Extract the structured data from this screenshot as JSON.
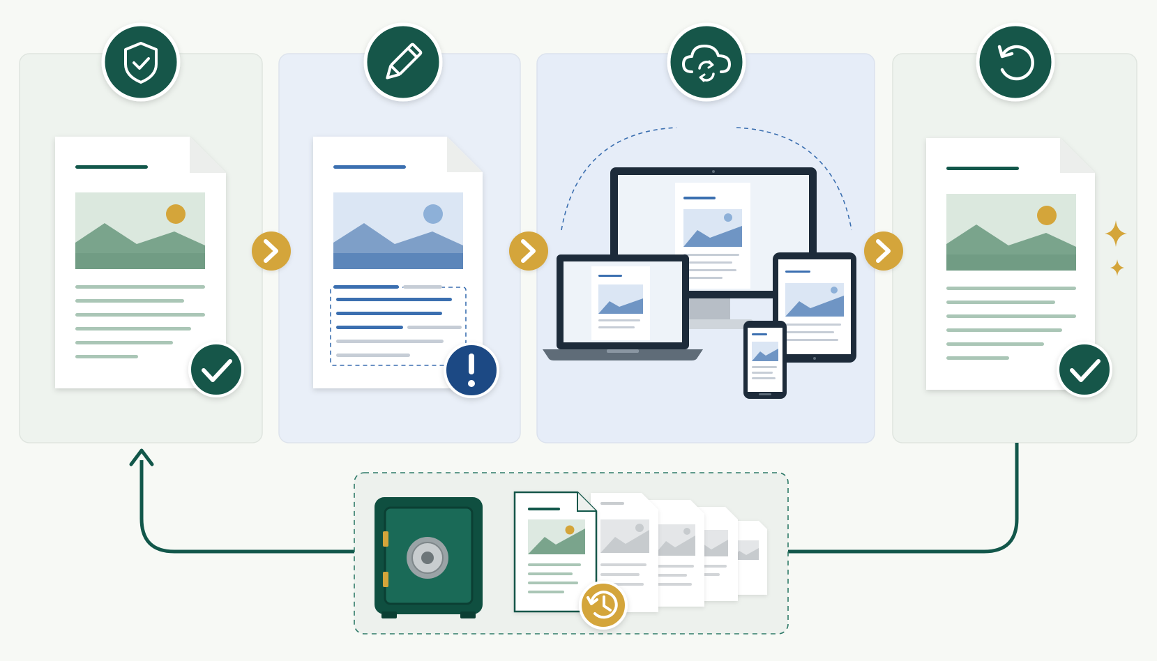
{
  "colors": {
    "background": "#f7f9f5",
    "brand_green": "#12574a",
    "accent_gold": "#d4a53a",
    "alert_navy": "#1c4a84",
    "doc_blue": "#3b6fb0",
    "device_dark": "#1d2b3a",
    "panel_green": "#eef3ee",
    "panel_blue": "#e9eff8"
  },
  "stages": [
    {
      "id": "protect",
      "icon": "shield-check-icon",
      "badge": "check-badge-icon",
      "panel_tint": "green"
    },
    {
      "id": "edit",
      "icon": "pencil-icon",
      "badge": "alert-badge-icon",
      "panel_tint": "blue"
    },
    {
      "id": "sync",
      "icon": "cloud-sync-icon",
      "badge": "",
      "panel_tint": "blue"
    },
    {
      "id": "restore",
      "icon": "restore-icon",
      "badge": "check-badge-icon",
      "panel_tint": "green"
    }
  ],
  "connectors": [
    "chevron-right-icon",
    "chevron-right-icon",
    "chevron-right-icon"
  ],
  "vault": {
    "icon": "safe-icon",
    "history_icon": "history-icon",
    "version_count": 5
  },
  "devices": [
    "desktop-monitor",
    "laptop",
    "tablet",
    "phone"
  ]
}
